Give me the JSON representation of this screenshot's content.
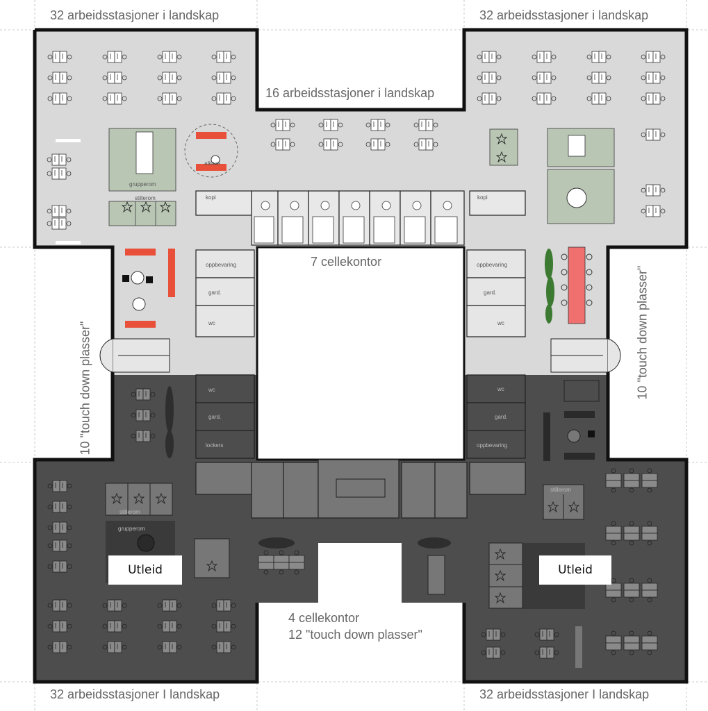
{
  "labels": {
    "top_left": "32 arbeidsstasjoner i landskap",
    "top_right": "32 arbeidsstasjoner i landskap",
    "top_middle": "16 arbeidsstasjoner i landskap",
    "cells": "7 cellekontor",
    "left_side": "10 \"touch down plasser\"",
    "right_side": "10 \"touch down plasser\"",
    "bottom_middle_1": "4 cellekontor",
    "bottom_middle_2": "12 \"touch down plasser\"",
    "bottom_left": "32 arbeidsstasjoner I landskap",
    "bottom_right": "32 arbeidsstasjoner I landskap"
  },
  "tags": {
    "left": "Utleid",
    "right": "Utleid"
  },
  "rooms": {
    "grupperom": "grupperom",
    "stillerom": "stillerom",
    "alkove": "alkove",
    "kopi": "kopi",
    "oppbevaring": "oppbevaring",
    "gard": "gard.",
    "wc": "wc",
    "lockers": "lockers"
  },
  "colors": {
    "light_floor": "#d9d9d9",
    "dark_floor": "#4a4a4a",
    "wall": "#111111",
    "accent_red": "#e8503a",
    "accent_pink": "#f07070",
    "room_green": "#b9c6b4",
    "plant_green": "#3c7a32"
  }
}
